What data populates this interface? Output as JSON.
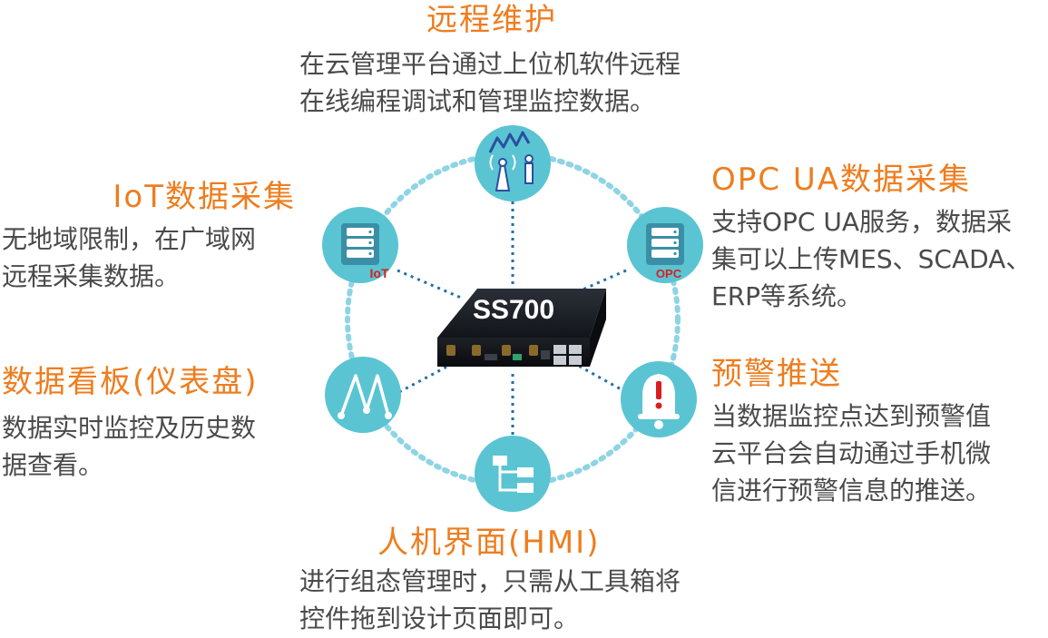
{
  "device": {
    "label": "SS700"
  },
  "icon_tags": {
    "iot": "IoT",
    "opc": "OPC"
  },
  "features": {
    "remote": {
      "title": "远程维护",
      "lines": [
        "在云管理平台通过上位机软件远程",
        "在线编程调试和管理监控数据。"
      ]
    },
    "iot": {
      "title": "IoT数据采集",
      "lines": [
        "无地域限制，在广域网",
        "远程采集数据。"
      ]
    },
    "opc": {
      "title": "OPC UA数据采集",
      "lines": [
        "支持OPC UA服务，数据采",
        "集可以上传MES、SCADA、",
        "ERP等系统。"
      ]
    },
    "dashboard": {
      "title": "数据看板(仪表盘)",
      "lines": [
        "数据实时监控及历史数",
        "据查看。"
      ]
    },
    "alarm": {
      "title": "预警推送",
      "lines": [
        "当数据监控点达到预警值",
        "云平台会自动通过手机微",
        "信进行预警信息的推送。"
      ]
    },
    "hmi": {
      "title": "人机界面(HMI)",
      "lines": [
        "进行组态管理时，只需从工具箱将",
        "控件拖到设计页面即可。"
      ]
    }
  },
  "colors": {
    "accent": "#ee7d1f",
    "text": "#4a4a4a",
    "node": "#5ac4d3",
    "ring": "#8fd4e4",
    "line": "#1f6fa6"
  },
  "icons": [
    "antenna-icon",
    "server-iot-icon",
    "server-opc-icon",
    "chart-wave-icon",
    "alarm-bell-icon",
    "hierarchy-icon"
  ]
}
